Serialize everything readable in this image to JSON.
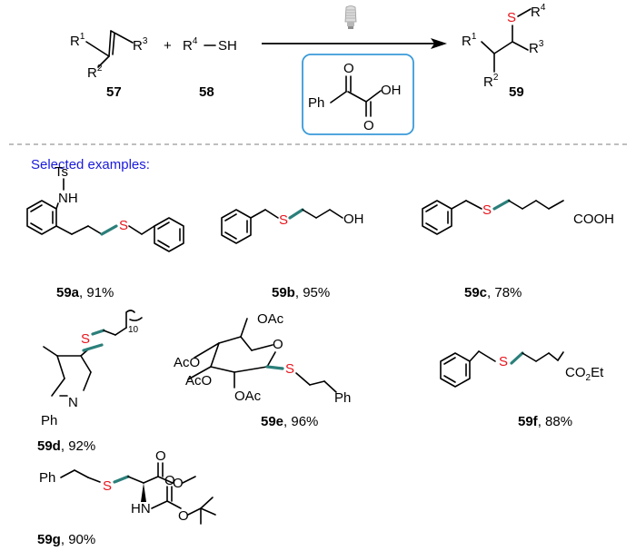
{
  "reaction": {
    "reactant1_label": "57",
    "reactant2_label": "58",
    "product_label": "59",
    "plus": "+",
    "catalyst": {
      "ph": "Ph",
      "oh": "OH",
      "o_top": "O",
      "o_bottom": "O"
    },
    "substituents": {
      "R1": "R",
      "R2": "R",
      "R3": "R",
      "R4": "R",
      "sup1": "1",
      "sup2": "2",
      "sup3": "3",
      "sup4": "4",
      "sh": "SH",
      "s": "S"
    }
  },
  "section_title": "Selected examples:",
  "examples": [
    {
      "id": "59a",
      "yield": ", 91%",
      "labels": {
        "ts": "Ts",
        "nh": "NH",
        "s": "S"
      }
    },
    {
      "id": "59b",
      "yield": ", 95%",
      "labels": {
        "s": "S",
        "oh": "OH"
      }
    },
    {
      "id": "59c",
      "yield": ", 78%",
      "labels": {
        "s": "S",
        "cooh": "COOH"
      }
    },
    {
      "id": "59d",
      "yield": ", 92%",
      "labels": {
        "s": "S",
        "n": "N",
        "ph": "Ph",
        "sub": "10"
      }
    },
    {
      "id": "59e",
      "yield": ", 96%",
      "labels": {
        "oac": "OAc",
        "aco": "AcO",
        "o": "O",
        "s": "S",
        "ph": "Ph"
      }
    },
    {
      "id": "59f",
      "yield": ", 88%",
      "labels": {
        "s": "S",
        "co2": "CO",
        "two": "2",
        "et": "Et"
      }
    },
    {
      "id": "59g",
      "yield": ", 90%",
      "labels": {
        "ph": "Ph",
        "s": "S",
        "hn": "HN",
        "o": "O"
      }
    }
  ]
}
